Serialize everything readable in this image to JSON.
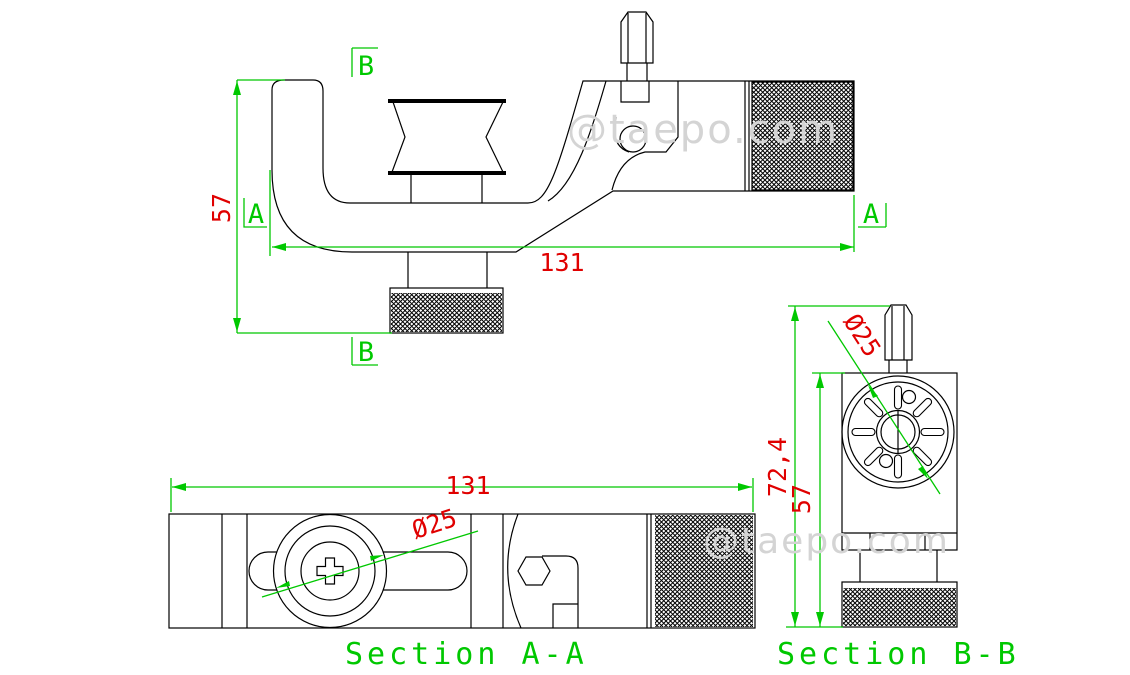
{
  "watermark": "@taepo.com",
  "colors": {
    "dimension_green": "#00c800",
    "dimension_red": "#e00000",
    "line_black": "#000000",
    "watermark_gray": "#d4d4d4",
    "background": "#ffffff"
  },
  "top_view": {
    "height_dim": "57",
    "width_dim": "131",
    "section_marker_a": "A",
    "section_marker_b": "B"
  },
  "section_aa": {
    "label": "Section A-A",
    "width_dim": "131",
    "diameter_dim": "Ø25"
  },
  "section_bb": {
    "label": "Section B-B",
    "overall_height_dim": "72,4",
    "body_height_dim": "57",
    "diameter_dim": "Ø25"
  }
}
